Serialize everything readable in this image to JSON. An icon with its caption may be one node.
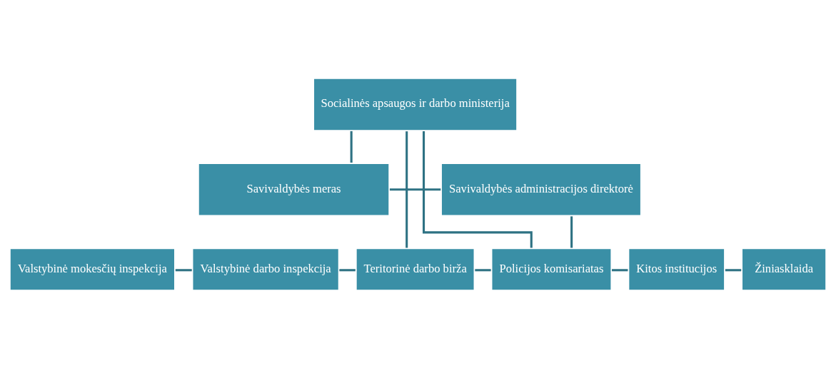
{
  "diagram": {
    "nodes": [
      {
        "text": [
          "Socialinės apsaugos ir darbo ministerija"
        ]
      },
      {
        "text": [
          "Savivaldybės meras"
        ]
      },
      {
        "text": [
          "Savivaldybės administracijos direktorė"
        ]
      },
      {
        "text": [
          "Valstybinė mokesčių inspekcija"
        ]
      },
      {
        "text": [
          "Valstybinė darbo inspekcija"
        ]
      },
      {
        "text": [
          "Teritorinė darbo birža"
        ]
      },
      {
        "text": [
          "Policijos komisariatas"
        ]
      },
      {
        "text": [
          "Kitos institucijos"
        ]
      },
      {
        "text": [
          "Žiniasklaida"
        ]
      }
    ],
    "edges": [
      {
        "from": 0,
        "to": 1,
        "arrow": "none"
      },
      {
        "from": 1,
        "to": 2,
        "arrow": "none"
      },
      {
        "from": 0,
        "to": 5,
        "arrow": "none"
      },
      {
        "from": 0,
        "to": 6,
        "arrow": "none"
      },
      {
        "from": 2,
        "to": 6,
        "arrow": "none"
      },
      {
        "from": 3,
        "to": 4,
        "arrow": "none"
      },
      {
        "from": 4,
        "to": 5,
        "arrow": "none"
      },
      {
        "from": 5,
        "to": 6,
        "arrow": "none"
      },
      {
        "from": 6,
        "to": 7,
        "arrow": "none"
      },
      {
        "from": 7,
        "to": 8,
        "arrow": "none"
      }
    ]
  }
}
